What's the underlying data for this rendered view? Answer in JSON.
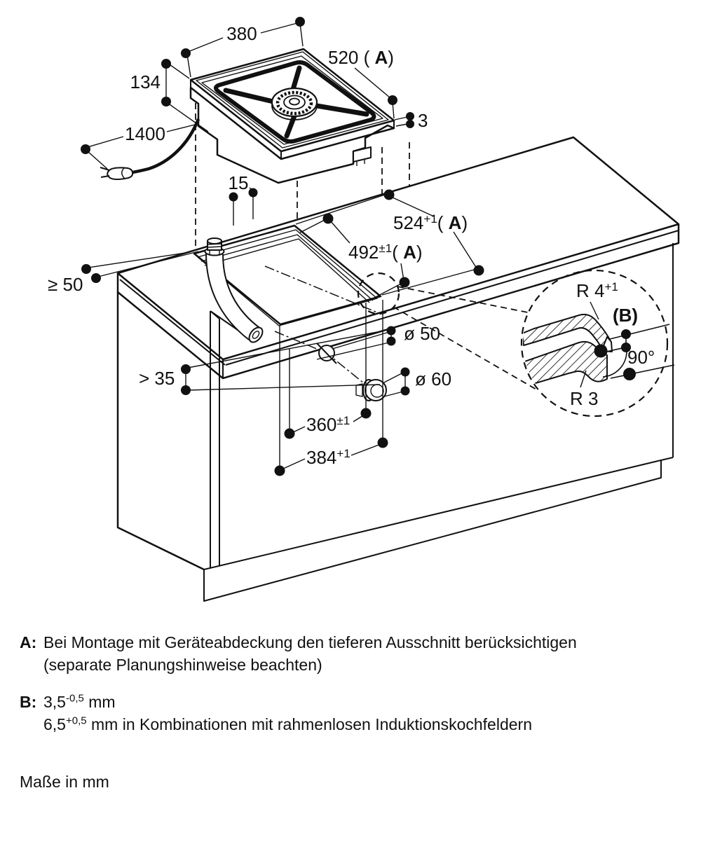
{
  "doc": {
    "type": "appliance installation drawing",
    "footer": "Maße in mm"
  },
  "dims": {
    "w380": "380",
    "d520": {
      "pre": "520 ( ",
      "a": "A",
      "post": ")"
    },
    "h134": "134",
    "cable1400": "1400",
    "rim3": "3",
    "off15": "15",
    "cut524": {
      "base": "524",
      "sup": "+1",
      "pre": "( ",
      "a": "A",
      "post": ")"
    },
    "cut492": {
      "base": "492",
      "sup": "±1",
      "pre": "( ",
      "a": "A",
      "post": ")"
    },
    "rear50": "≥ 50",
    "clear35": "> 35",
    "hole50": "ø 50",
    "hole60": "ø 60",
    "dist360": {
      "base": "360",
      "sup": "±1"
    },
    "dist384": {
      "base": "384",
      "sup": "+1"
    },
    "r4": {
      "base": "R 4",
      "sup": "+1"
    },
    "b_ref": "(B)",
    "angle90": "90°",
    "r3": "R 3"
  },
  "notes": {
    "a_label": "A:",
    "a_line1": "Bei Montage mit Geräteabdeckung den tieferen Ausschnitt berücksichtigen",
    "a_line2": "(separate Planungshinweise beachten)",
    "b_label": "B:",
    "b1_base": "3,5",
    "b1_sup": "-0,5",
    "b1_unit": " mm",
    "b2_base": "6,5",
    "b2_sup": "+0,5",
    "b2_rest": " mm in Kombinationen mit rahmenlosen Induktionskochfeldern"
  },
  "colors": {
    "line": "#111111",
    "background": "#ffffff"
  }
}
